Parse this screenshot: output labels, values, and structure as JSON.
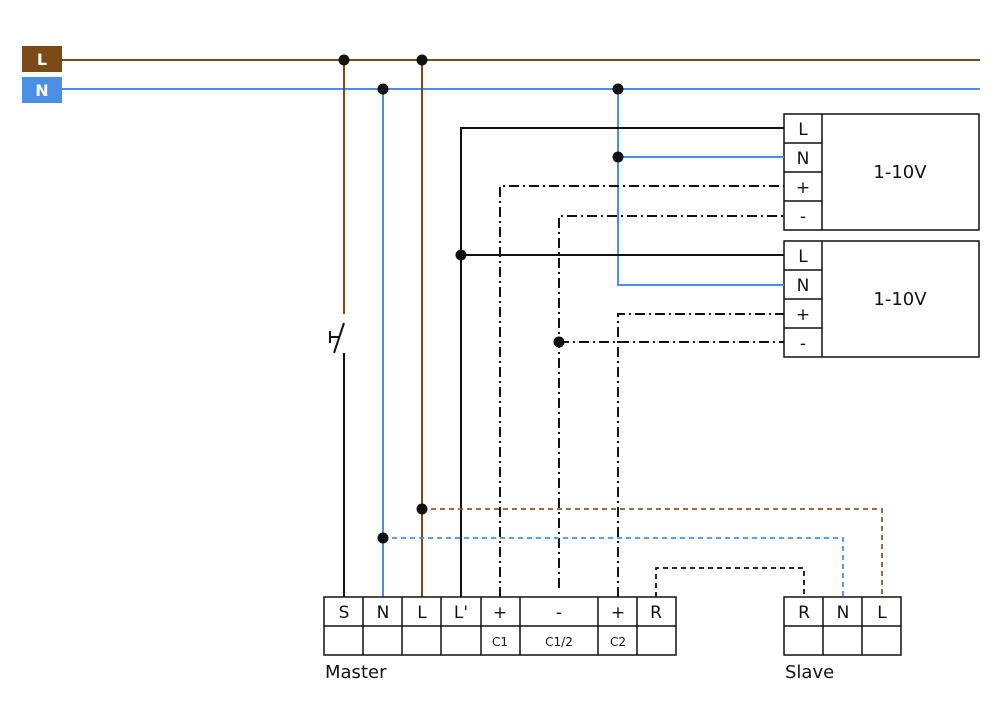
{
  "bus": {
    "l_label": "L",
    "n_label": "N",
    "colors": {
      "live": "#7a4a17",
      "neutral": "#4a8ee6",
      "black": "#111111"
    }
  },
  "drivers": [
    {
      "terminals": [
        "L",
        "N",
        "+",
        "-"
      ],
      "label": "1-10V"
    },
    {
      "terminals": [
        "L",
        "N",
        "+",
        "-"
      ],
      "label": "1-10V"
    }
  ],
  "master": {
    "caption": "Master",
    "terminals": [
      "S",
      "N",
      "L",
      "L'",
      "+",
      "-",
      "+",
      "R"
    ],
    "sublabels": [
      "",
      "",
      "",
      "",
      "C1",
      "C1/2",
      "C2",
      ""
    ]
  },
  "slave": {
    "caption": "Slave",
    "terminals": [
      "R",
      "N",
      "L"
    ]
  }
}
